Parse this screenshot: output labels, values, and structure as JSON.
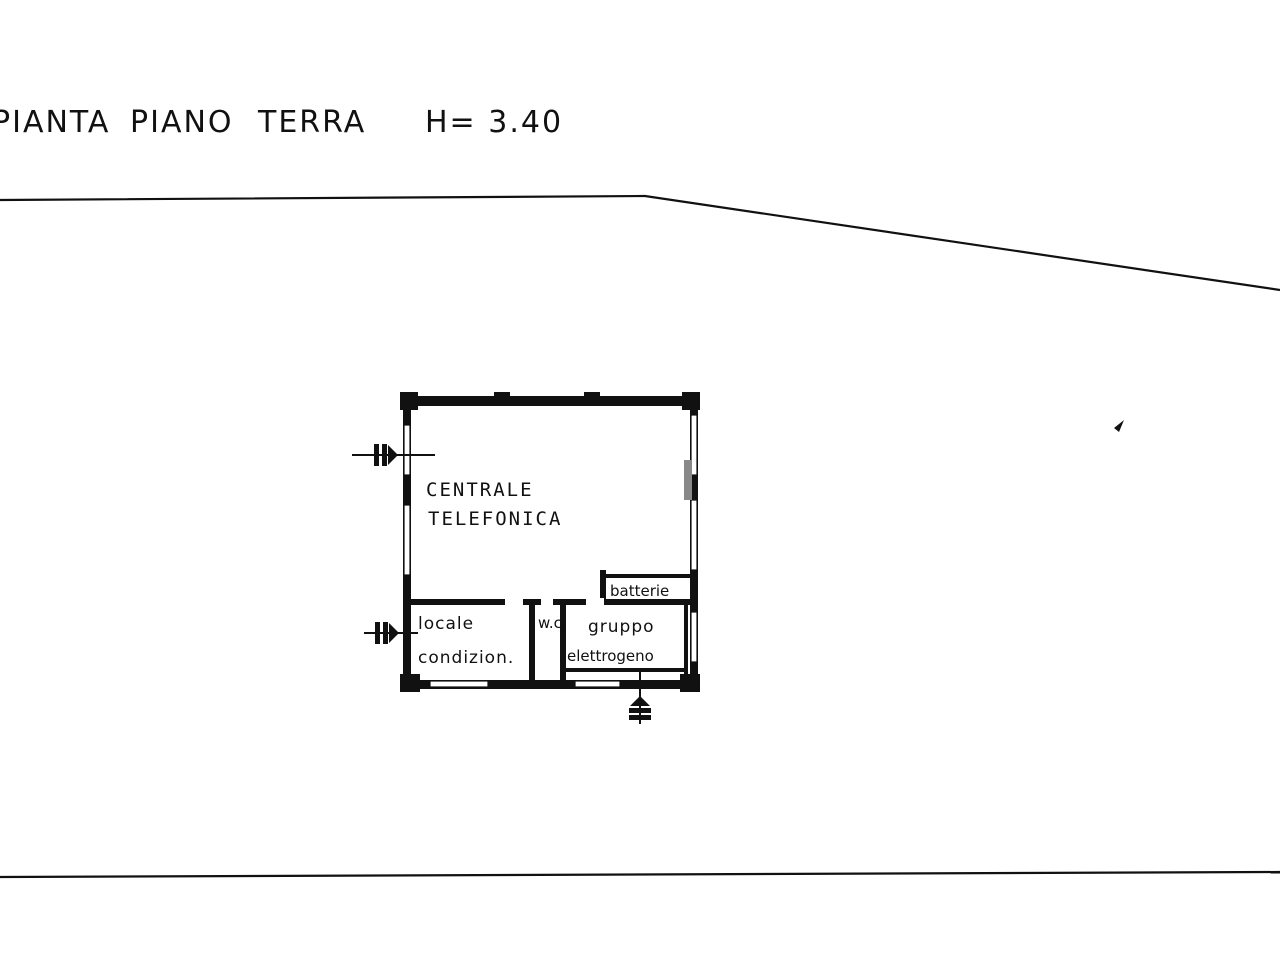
{
  "title": {
    "plan_name": "PIANTA",
    "floor": "PIANO",
    "level": "TERRA",
    "height": "H= 3.40"
  },
  "rooms": {
    "main_line1": "CENTRALE",
    "main_line2": "TELEFONICA",
    "batteries": "batterie",
    "ac_line1": "locale",
    "ac_line2": "condizion.",
    "wc": "w.c.",
    "generator_line1": "gruppo",
    "generator_line2": "elettrogeno"
  }
}
